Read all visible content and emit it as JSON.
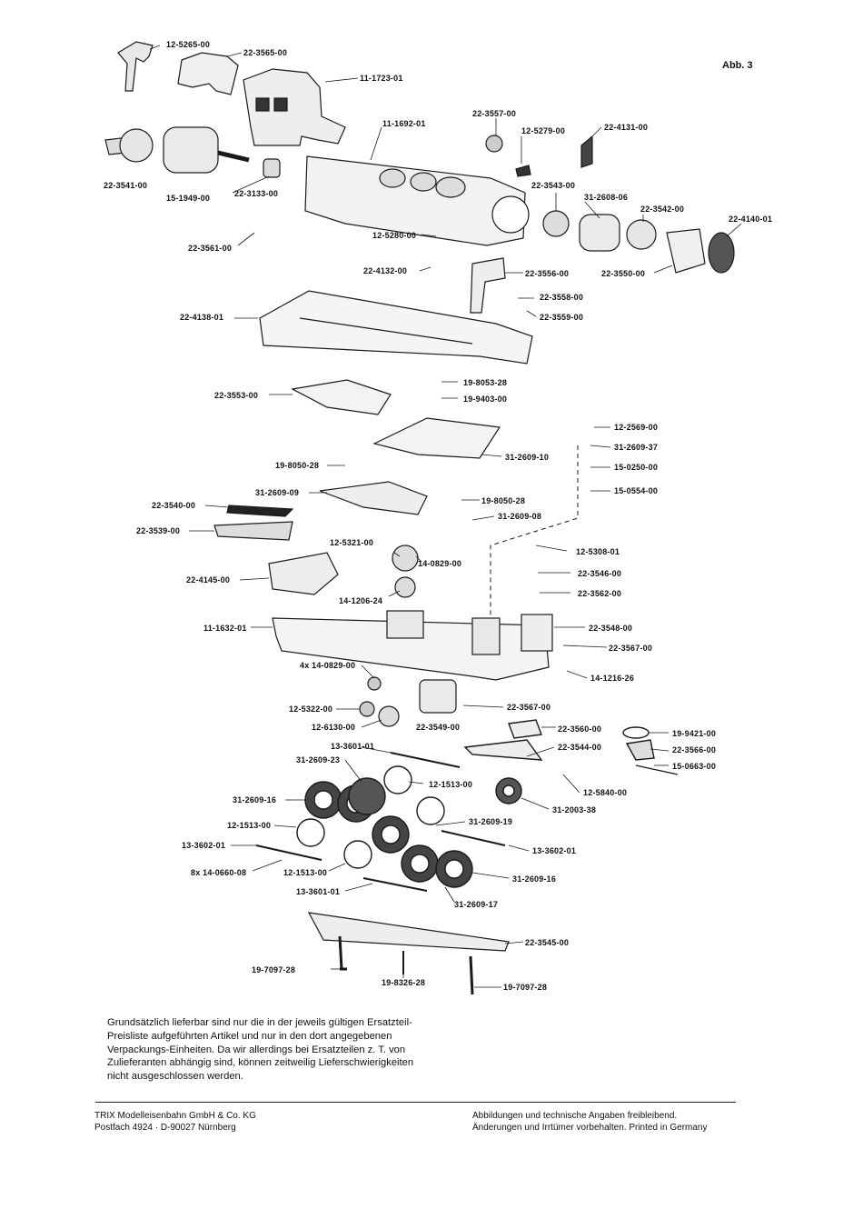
{
  "figure_label": "Abb. 3",
  "parts": [
    {
      "id": "p1",
      "number": "12-5265-00"
    },
    {
      "id": "p2",
      "number": "22-3565-00"
    },
    {
      "id": "p3",
      "number": "11-1723-01"
    },
    {
      "id": "p4",
      "number": "11-1692-01"
    },
    {
      "id": "p5",
      "number": "22-3557-00"
    },
    {
      "id": "p6",
      "number": "12-5279-00"
    },
    {
      "id": "p7",
      "number": "22-4131-00"
    },
    {
      "id": "p8",
      "number": "22-3541-00"
    },
    {
      "id": "p9",
      "number": "15-1949-00"
    },
    {
      "id": "p10",
      "number": "22-3133-00"
    },
    {
      "id": "p11",
      "number": "22-3543-00"
    },
    {
      "id": "p12",
      "number": "31-2608-06"
    },
    {
      "id": "p13",
      "number": "22-3542-00"
    },
    {
      "id": "p14",
      "number": "22-4140-01"
    },
    {
      "id": "p15",
      "number": "12-5280-00"
    },
    {
      "id": "p16",
      "number": "22-3561-00"
    },
    {
      "id": "p17",
      "number": "22-4132-00"
    },
    {
      "id": "p18",
      "number": "22-3556-00"
    },
    {
      "id": "p19",
      "number": "22-3550-00"
    },
    {
      "id": "p20",
      "number": "22-3558-00"
    },
    {
      "id": "p21",
      "number": "22-3559-00"
    },
    {
      "id": "p22",
      "number": "22-4138-01"
    },
    {
      "id": "p23",
      "number": "19-8053-28"
    },
    {
      "id": "p24",
      "number": "19-9403-00"
    },
    {
      "id": "p25",
      "number": "22-3553-00"
    },
    {
      "id": "p26",
      "number": "12-2569-00"
    },
    {
      "id": "p27",
      "number": "31-2609-37"
    },
    {
      "id": "p28",
      "number": "31-2609-10"
    },
    {
      "id": "p29",
      "number": "15-0250-00"
    },
    {
      "id": "p30",
      "number": "19-8050-28"
    },
    {
      "id": "p31",
      "number": "15-0554-00"
    },
    {
      "id": "p32",
      "number": "31-2609-09"
    },
    {
      "id": "p33",
      "number": "19-8050-28"
    },
    {
      "id": "p34",
      "number": "22-3540-00"
    },
    {
      "id": "p35",
      "number": "31-2609-08"
    },
    {
      "id": "p36",
      "number": "22-3539-00"
    },
    {
      "id": "p37",
      "number": "12-5321-00"
    },
    {
      "id": "p38",
      "number": "12-5308-01"
    },
    {
      "id": "p39",
      "number": "14-0829-00"
    },
    {
      "id": "p40",
      "number": "22-3546-00"
    },
    {
      "id": "p41",
      "number": "22-4145-00"
    },
    {
      "id": "p42",
      "number": "14-1206-24"
    },
    {
      "id": "p43",
      "number": "22-3562-00"
    },
    {
      "id": "p44",
      "number": "11-1632-01"
    },
    {
      "id": "p45",
      "number": "22-3548-00"
    },
    {
      "id": "p46",
      "number": "22-3567-00"
    },
    {
      "id": "p47",
      "number": "4x 14-0829-00"
    },
    {
      "id": "p48",
      "number": "14-1216-26"
    },
    {
      "id": "p49",
      "number": "12-5322-00"
    },
    {
      "id": "p50",
      "number": "22-3567-00"
    },
    {
      "id": "p51",
      "number": "12-6130-00"
    },
    {
      "id": "p52",
      "number": "22-3549-00"
    },
    {
      "id": "p53",
      "number": "22-3560-00"
    },
    {
      "id": "p54",
      "number": "19-9421-00"
    },
    {
      "id": "p55",
      "number": "13-3601-01"
    },
    {
      "id": "p56",
      "number": "22-3544-00"
    },
    {
      "id": "p57",
      "number": "22-3566-00"
    },
    {
      "id": "p58",
      "number": "31-2609-23"
    },
    {
      "id": "p59",
      "number": "15-0663-00"
    },
    {
      "id": "p60",
      "number": "12-1513-00"
    },
    {
      "id": "p61",
      "number": "12-5840-00"
    },
    {
      "id": "p62",
      "number": "31-2609-16"
    },
    {
      "id": "p63",
      "number": "31-2003-38"
    },
    {
      "id": "p64",
      "number": "12-1513-00"
    },
    {
      "id": "p65",
      "number": "31-2609-19"
    },
    {
      "id": "p66",
      "number": "13-3602-01"
    },
    {
      "id": "p67",
      "number": "13-3602-01"
    },
    {
      "id": "p68",
      "number": "8x 14-0660-08"
    },
    {
      "id": "p69",
      "number": "12-1513-00"
    },
    {
      "id": "p70",
      "number": "31-2609-16"
    },
    {
      "id": "p71",
      "number": "13-3601-01"
    },
    {
      "id": "p72",
      "number": "31-2609-17"
    },
    {
      "id": "p73",
      "number": "22-3545-00"
    },
    {
      "id": "p74",
      "number": "19-7097-28"
    },
    {
      "id": "p75",
      "number": "19-8326-28"
    },
    {
      "id": "p76",
      "number": "19-7097-28"
    }
  ],
  "note": "Grundsätzlich lieferbar sind nur die in der jeweils gültigen Ersatzteil-Preisliste aufgeführten Artikel und nur in den dort angegebenen Verpackungs-Einheiten. Da wir allerdings bei Ersatzteilen z. T. von Zulieferanten abhängig sind, können zeitweilig Lieferschwierigkeiten nicht ausgeschlossen werden.",
  "footer": {
    "company_line1": "TRIX Modelleisenbahn GmbH & Co. KG",
    "company_line2": "Postfach 4924 · D-90027 Nürnberg",
    "disclaimer_line1": "Abbildungen und technische Angaben freibleibend.",
    "disclaimer_line2": "Änderungen und Irrtümer vorbehalten. Printed in Germany"
  }
}
